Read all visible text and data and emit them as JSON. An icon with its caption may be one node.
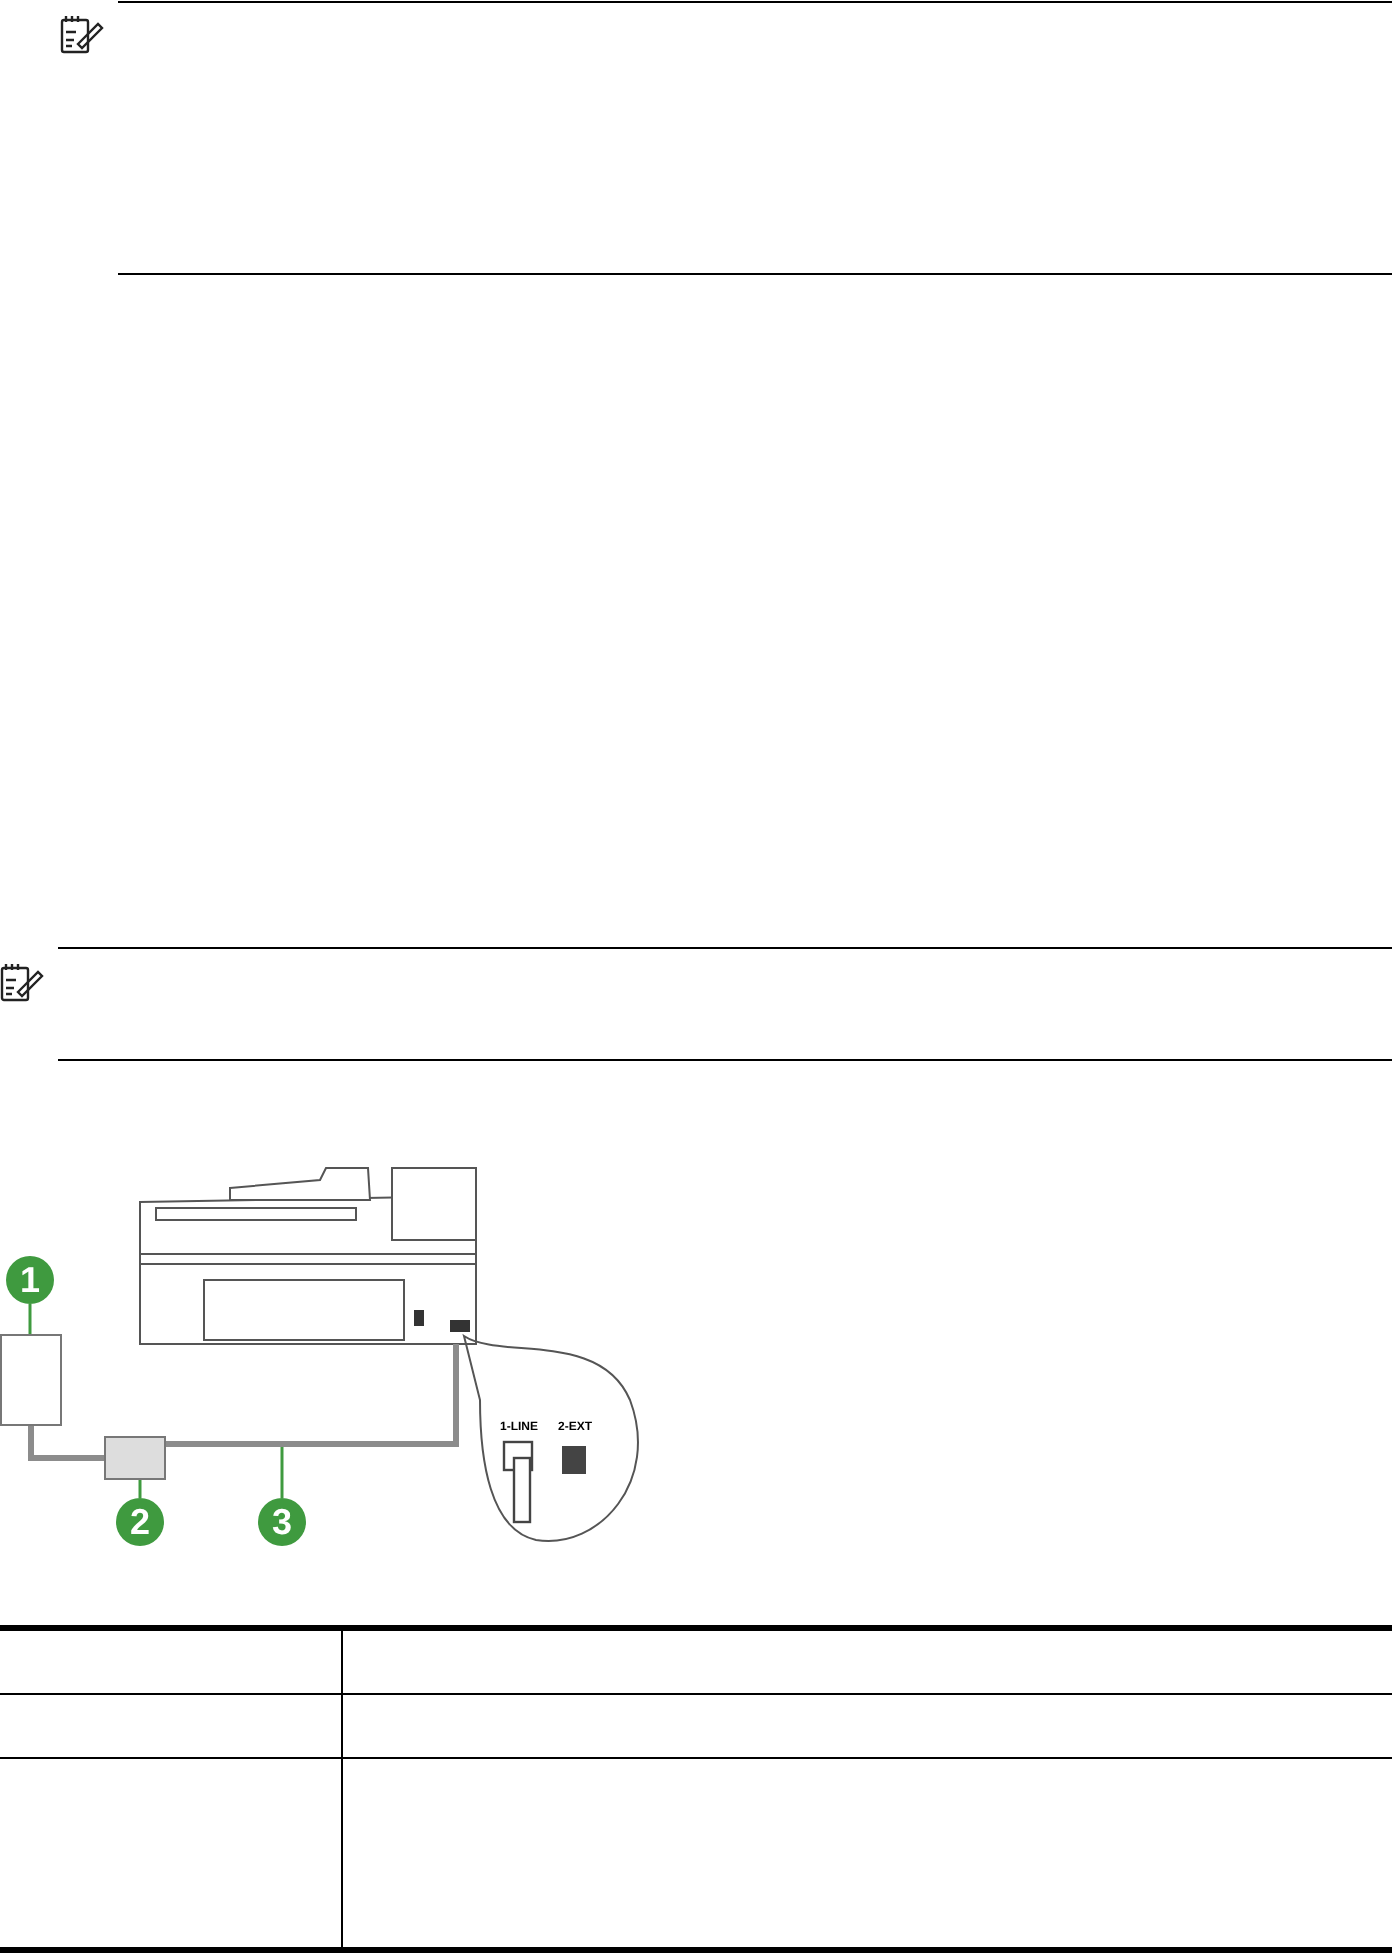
{
  "diagram": {
    "nodes": [
      {
        "text": [
          "1"
        ]
      },
      {
        "text": [],
        "shape": "box"
      },
      {
        "text": [
          "2"
        ]
      },
      {
        "text": [],
        "shape": "box"
      },
      {
        "text": [
          "3"
        ]
      },
      {
        "text": [],
        "shape": "line"
      }
    ],
    "edges": [
      {
        "from": 0,
        "to": 1,
        "arrow": "none"
      },
      {
        "from": 2,
        "to": 3,
        "arrow": "none"
      },
      {
        "from": 4,
        "to": 5,
        "arrow": "none"
      },
      {
        "from": 1,
        "to": 3,
        "arrow": "none",
        "color": "#8c8c8c",
        "style": "thick"
      }
    ],
    "labels": [
      "1-LINE",
      "2-EXT"
    ]
  }
}
